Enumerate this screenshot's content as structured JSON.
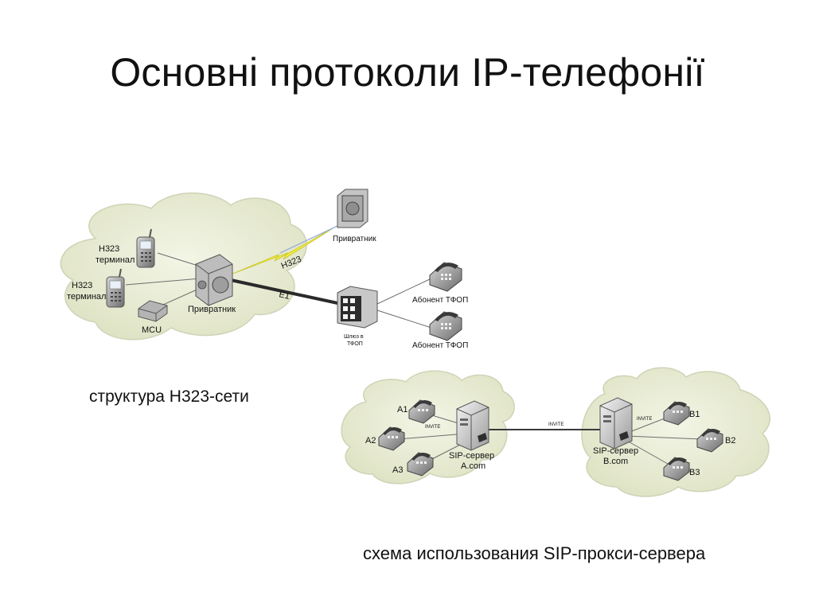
{
  "slide": {
    "title": "Основні протоколи IP-телефонії"
  },
  "h323_diagram": {
    "caption": "структура H323-сети",
    "terminal_label_1": "H323\nтерминал",
    "terminal_label_2": "H323\nтерминал",
    "terminal_1_line1": "H323",
    "terminal_1_line2": "терминал",
    "terminal_2_line1": "H323",
    "terminal_2_line2": "терминал",
    "mcu_label": "MCU",
    "gatekeeper_label": "Привратник",
    "remote_gatekeeper_label": "Привратник",
    "link_h323_label": "H323",
    "link_e1_label": "E1",
    "gateway_line1": "Шлюз в",
    "gateway_line2": "ТФОП",
    "pstn_subscriber_1": "Абонент ТФОП",
    "pstn_subscriber_2": "Абонент ТФОП"
  },
  "sip_diagram": {
    "caption": "схема использования SIP-прокси-сервера",
    "phone_a1": "A1",
    "phone_a2": "A2",
    "phone_a3": "A3",
    "server_a_line1": "SIP-сервер",
    "server_a_line2": "A.com",
    "server_b_line1": "SIP-сервер",
    "server_b_line2": "B.com",
    "phone_b1": "B1",
    "phone_b2": "B2",
    "phone_b3": "B3",
    "invite_label_a": "INVITE",
    "invite_label_link": "INVITE",
    "invite_label_b": "INVITE"
  },
  "colors": {
    "cloud_fill": "#e8ecd3",
    "cloud_stroke": "#c8cdb0",
    "device_gray": "#9a9a9a",
    "lightning_yellow": "#f2ee3a",
    "link_dark": "#2a2a2a"
  }
}
